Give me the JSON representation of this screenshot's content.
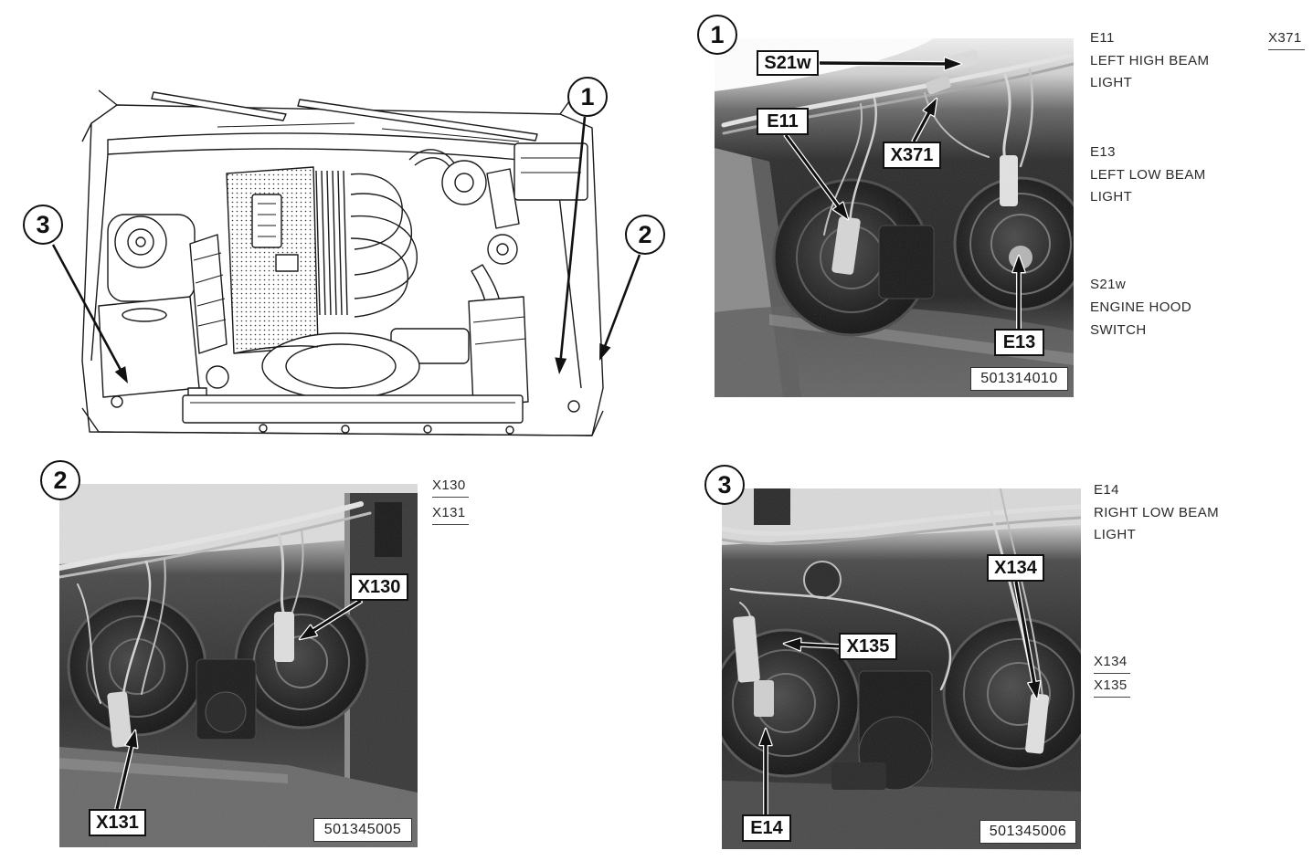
{
  "overview": {
    "callouts": {
      "one": "1",
      "two": "2",
      "three": "3"
    }
  },
  "panel_1": {
    "number": "1",
    "labels": {
      "s21w": "S21w",
      "e11": "E11",
      "x371": "X371",
      "e13": "E13"
    },
    "photo_code": "501314010",
    "legend": [
      {
        "code": "E11",
        "line1": "LEFT HIGH BEAM",
        "line2": "LIGHT"
      },
      {
        "code": "E13",
        "line1": "LEFT LOW BEAM",
        "line2": "LIGHT"
      },
      {
        "code": "S21w",
        "line1": "ENGINE HOOD",
        "line2": "SWITCH"
      }
    ],
    "connector_refs": [
      "X371"
    ]
  },
  "panel_2": {
    "number": "2",
    "labels": {
      "x130": "X130",
      "x131": "X131"
    },
    "photo_code": "501345005",
    "connector_refs": [
      "X130",
      "X131"
    ]
  },
  "panel_3": {
    "number": "3",
    "labels": {
      "x134": "X134",
      "x135": "X135",
      "e14": "E14"
    },
    "photo_code": "501345006",
    "legend": [
      {
        "code": "E14",
        "line1": "RIGHT LOW BEAM",
        "line2": "LIGHT"
      }
    ],
    "connector_refs": [
      "X134",
      "X135"
    ]
  },
  "colors": {
    "ink": "#111111",
    "paper": "#ffffff",
    "legend_text": "#2a2a2a"
  }
}
